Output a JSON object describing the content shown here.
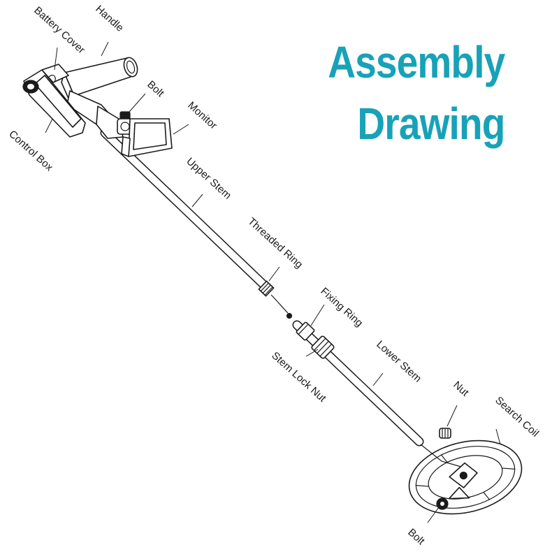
{
  "title": {
    "line1": "Assembly",
    "line2": "Drawing",
    "color": "#17a2b8"
  },
  "labels": {
    "battery_cover": "Battery Cover",
    "handle": "Handle",
    "bolt_top": "Bolt",
    "monitor": "Monitor",
    "control_box": "Control Box",
    "upper_stem": "Upper Stem",
    "threaded_ring": "Threaded Ring",
    "fixing_ring": "Fixing Ring",
    "stem_lock_nut": "Stem Lock Nut",
    "lower_stem": "Lower Stem",
    "nut": "Nut",
    "search_coil": "Search Coil",
    "bolt_bottom": "Bolt"
  }
}
